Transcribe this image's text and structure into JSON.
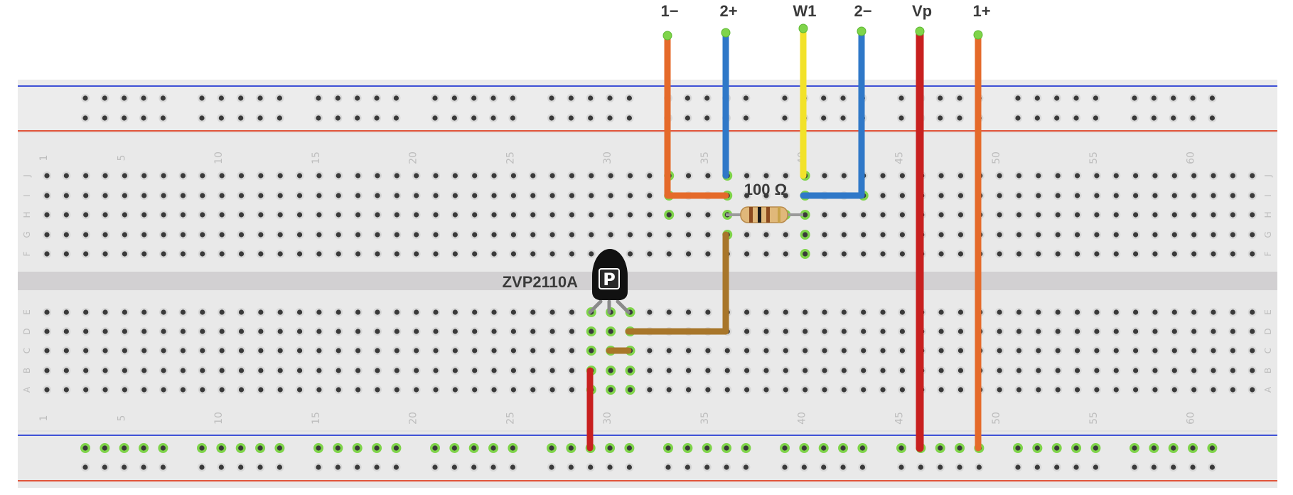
{
  "wire_labels": [
    "1−",
    "2+",
    "W1",
    "2−",
    "Vp",
    "1+"
  ],
  "column_numbers": [
    "1",
    "5",
    "10",
    "15",
    "20",
    "25",
    "30",
    "35",
    "40",
    "45",
    "50",
    "55",
    "60"
  ],
  "row_letters_top": [
    "J",
    "I",
    "H",
    "G",
    "F"
  ],
  "row_letters_bottom": [
    "E",
    "D",
    "C",
    "B",
    "A"
  ],
  "resistor_label": "100 Ω",
  "transistor_label": "ZVP2110A",
  "transistor_logo": "P",
  "colors": {
    "board": "#e9e9e9",
    "channel": "#d2d0d2",
    "rail_blue": "#3f51d6",
    "rail_red": "#e0543a",
    "hole": "#3a3a3a",
    "active_pad": "#7fd44a",
    "wire_orange": "#e56a2a",
    "wire_blue": "#2f78c8",
    "wire_yellow": "#f2e22a",
    "wire_red": "#c8201f",
    "wire_brown": "#a8762a"
  }
}
